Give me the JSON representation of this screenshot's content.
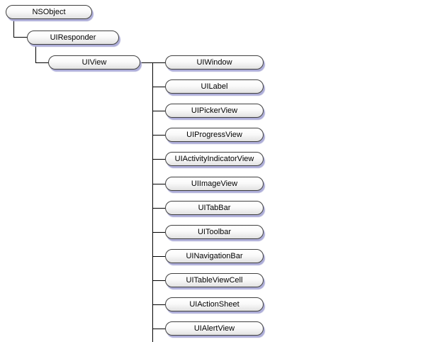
{
  "diagram": {
    "type": "class-hierarchy-tree",
    "colors": {
      "background": "#ffffff",
      "node_border": "#404040",
      "node_fill_top": "#ffffff",
      "node_fill_bottom": "#e2e2e2",
      "node_shadow": "#adadd8",
      "connector": "#000000",
      "text": "#000000"
    },
    "root": {
      "label": "NSObject"
    },
    "level2": {
      "label": "UIResponder"
    },
    "level3": {
      "label": "UIView"
    },
    "uiview_children": [
      {
        "label": "UIWindow"
      },
      {
        "label": "UILabel"
      },
      {
        "label": "UIPickerView"
      },
      {
        "label": "UIProgressView"
      },
      {
        "label": "UIActivityIndicatorView"
      },
      {
        "label": "UIImageView"
      },
      {
        "label": "UITabBar"
      },
      {
        "label": "UIToolbar"
      },
      {
        "label": "UINavigationBar"
      },
      {
        "label": "UITableViewCell"
      },
      {
        "label": "UIActionSheet"
      },
      {
        "label": "UIAlertView"
      }
    ]
  }
}
